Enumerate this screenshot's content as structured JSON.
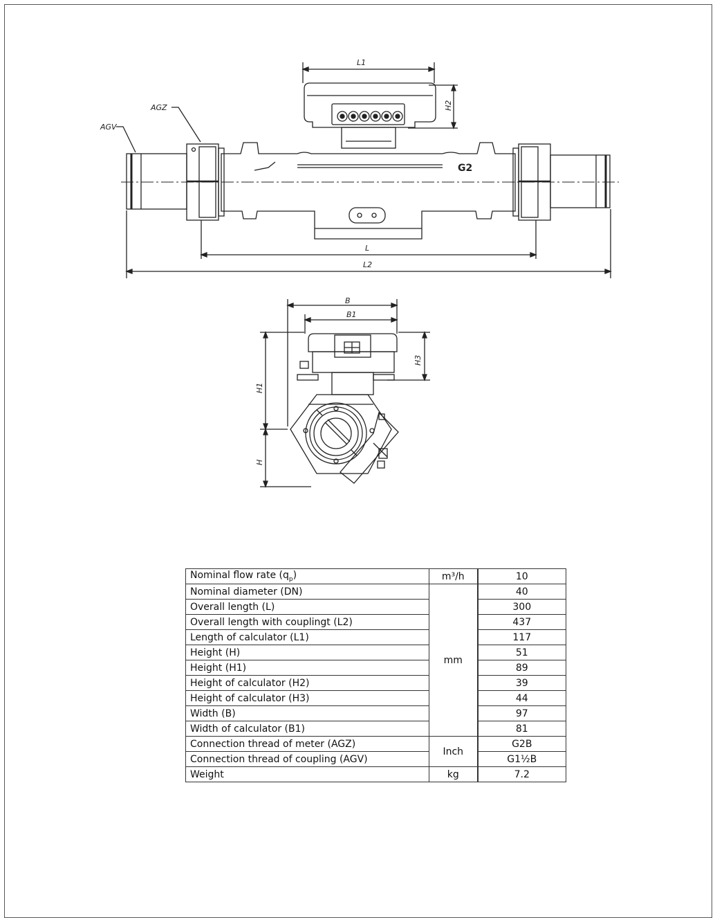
{
  "drawing": {
    "labels": {
      "L1": "L1",
      "H2": "H2",
      "AGZ": "AGZ",
      "AGV": "AGV",
      "L": "L",
      "L2": "L2",
      "G2": "G2",
      "B": "B",
      "B1": "B1",
      "H1": "H1",
      "H3": "H3",
      "H": "H"
    }
  },
  "table": {
    "rows": [
      {
        "parameter": "Nominal flow rate (q",
        "sub": "p",
        "tail": ")",
        "unit": "m³/h",
        "value": "10"
      },
      {
        "parameter": "Nominal diameter (DN)",
        "value": "40"
      },
      {
        "parameter": "Overall length (L)",
        "value": "300"
      },
      {
        "parameter": "Overall length with couplingt (L2)",
        "value": "437"
      },
      {
        "parameter": "Length of calculator (L1)",
        "value": "117"
      },
      {
        "parameter": "Height (H)",
        "value": "51"
      },
      {
        "parameter": "Height (H1)",
        "value": "89"
      },
      {
        "parameter": "Height of calculator (H2)",
        "value": "39"
      },
      {
        "parameter": "Height of calculator (H3)",
        "value": "44"
      },
      {
        "parameter": "Width (B)",
        "value": "97"
      },
      {
        "parameter": "Width of calculator (B1)",
        "value": "81"
      },
      {
        "parameter": "Connection thread of meter (AGZ)",
        "value": "G2B"
      },
      {
        "parameter": "Connection thread of coupling (AGV)",
        "value": "G1½B"
      },
      {
        "parameter": "Weight",
        "unit": "kg",
        "value": "7.2"
      }
    ],
    "unit_mm": "mm",
    "unit_inch": "Inch"
  }
}
